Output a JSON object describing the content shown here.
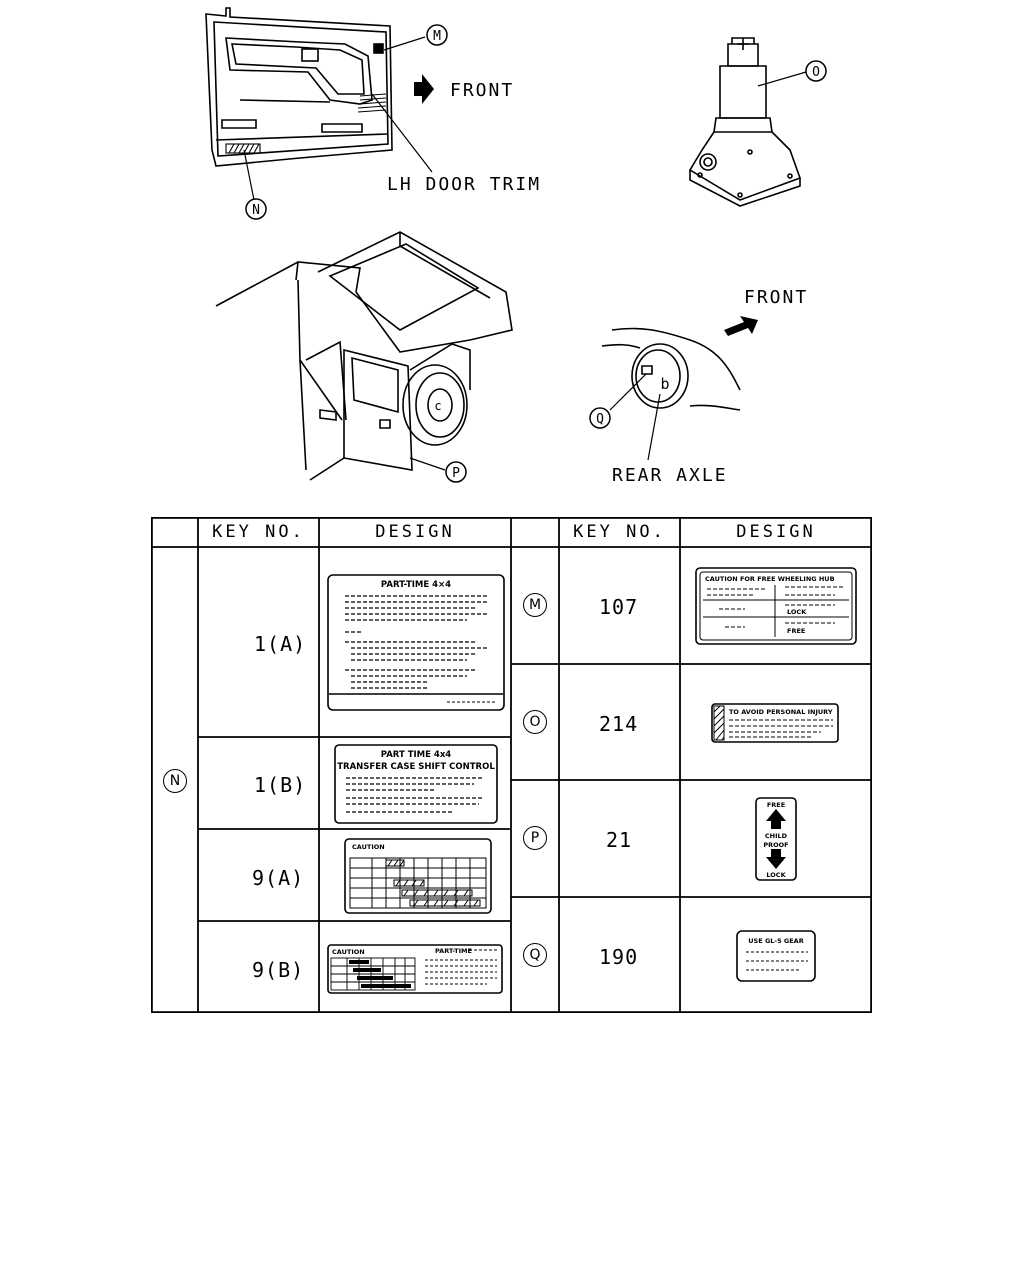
{
  "callouts": {
    "door_M": "M",
    "door_N": "N",
    "jack_O": "O",
    "truck_P": "P",
    "axle_Q": "Q",
    "axle_b": "b",
    "truck_c": "c"
  },
  "labels": {
    "front_top": "FRONT",
    "lh_door_trim": "LH DOOR TRIM",
    "front_axle": "FRONT",
    "rear_axle": "REAR AXLE"
  },
  "table": {
    "headers": {
      "key_no_left": "KEY NO.",
      "design_left": "DESIGN",
      "key_no_right": "KEY NO.",
      "design_right": "DESIGN"
    },
    "left_group_symbol": "N",
    "left_rows": [
      {
        "key": "1(A)"
      },
      {
        "key": "1(B)"
      },
      {
        "key": "9(A)"
      },
      {
        "key": "9(B)"
      }
    ],
    "right_rows": [
      {
        "symbol": "M",
        "key": "107"
      },
      {
        "symbol": "O",
        "key": "214"
      },
      {
        "symbol": "P",
        "key": "21"
      },
      {
        "symbol": "Q",
        "key": "190"
      }
    ]
  },
  "designs": {
    "part_time_title": "PART-TIME 4×4",
    "pt_b_title": "PART TIME 4x4",
    "pt_b_subtitle": "TRANSFER CASE SHIFT CONTROL",
    "caution_9a": "CAUTION",
    "caution_9b": "CAUTION",
    "part_time_9b": "PART-TIME",
    "free_wheeling": "CAUTION FOR FREE WHEELING HUB",
    "lock_word": "LOCK",
    "free_word": "FREE",
    "injury": "TO AVOID PERSONAL INJURY",
    "child_free": "FREE",
    "child_child": "CHILD",
    "child_proof": "PROOF",
    "child_lock": "LOCK",
    "gear_oil": "USE GL-5 GEAR"
  }
}
